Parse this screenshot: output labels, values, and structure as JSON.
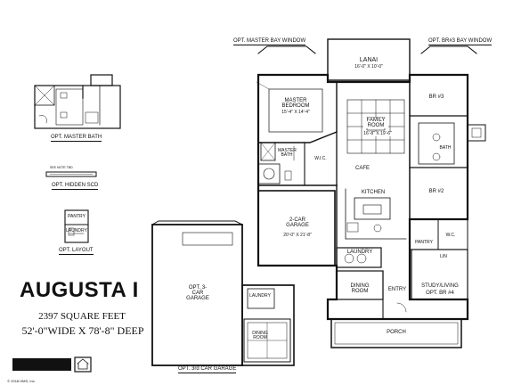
{
  "plan": {
    "name": "AUGUSTA I",
    "square_feet": "2397 SQUARE FEET",
    "dimensions": "52'-0\"WIDE X 78'-8\" DEEP",
    "copyright": "© 2018 HMS, Inc."
  },
  "options": {
    "master_bath": "OPT. MASTER BATH",
    "hidden_scd": "OPT. HIDDEN SCD",
    "layout": "OPT. LAYOUT",
    "master_bay_window": "OPT. MASTER BAY WINDOW",
    "br3_bay_window": "OPT. BR#3 BAY WINDOW",
    "third_car_garage": "OPT. 3rd CAR GARAGE"
  },
  "rooms": {
    "lanai": "LANAI",
    "master_bedroom": "MASTER BEDROOM",
    "family_room": "FAMILY ROOM",
    "master_bath": "MASTER BATH",
    "wic": "W.I.C.",
    "cafe": "CAFE",
    "kitchen": "KITCHEN",
    "garage_2car": "2-CAR GARAGE",
    "laundry": "LAUNDRY",
    "dining_room": "DINING ROOM",
    "entry": "ENTRY",
    "study_living": "STUDY/LIVING",
    "opt_br4": "OPT. BR #4",
    "porch": "PORCH",
    "br3": "BR #3",
    "br2": "BR #2",
    "bath": "BATH",
    "pantry": "PANTRY",
    "opt_garage_3car": "OPT. 3-CAR GARAGE",
    "opt_laundry": "LAUNDRY",
    "opt_dining": "DINING ROOM",
    "opt_pantry": "PANTRY",
    "opt_laundry_small": "LAUNDRY",
    "wc": "W.C.",
    "lin": "LIN"
  },
  "small_text": {
    "hidden_scd_note": "SEE NOTE TBD",
    "lanai_dims": "16'-0\" X 10'-0\"",
    "master_dims": "15'-4\" X 14'-4\"",
    "family_dims": "16'-8\" X 19'-6\"",
    "garage_dims": "20'-0\" X 21'-8\""
  }
}
